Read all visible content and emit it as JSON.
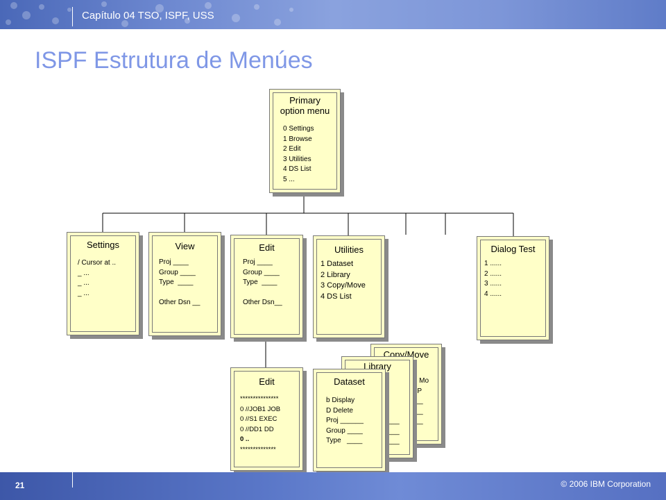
{
  "header": {
    "course": "Capítulo 04 TSO, ISPF, USS"
  },
  "slide": {
    "title": "ISPF Estrutura de Menúes"
  },
  "footer": {
    "page": "21",
    "copyright": "© 2006 IBM Corporation"
  },
  "primary": {
    "title_l1": "Primary",
    "title_l2": "option menu",
    "items": [
      "0 Settings",
      "1 Browse",
      "2 Edit",
      "3 Utilities",
      "4 DS List",
      "5 ..."
    ]
  },
  "settings": {
    "title": "Settings",
    "items": [
      "/ Cursor at ..",
      "_ ...",
      "_ ...",
      "_ ..."
    ]
  },
  "view": {
    "title": "View",
    "items": [
      "Proj ____",
      "Group ____",
      "Type  ____",
      "",
      "Other Dsn __"
    ]
  },
  "edit": {
    "title": "Edit",
    "items": [
      "Proj ____",
      "Group ____",
      "Type  ____",
      "",
      "Other Dsn__"
    ]
  },
  "utilities": {
    "title": "Utilities",
    "items": [
      "1 Dataset",
      "2 Library",
      "3 Copy/Move",
      "4 DS List"
    ]
  },
  "dialog": {
    "title": "Dialog Test",
    "items": [
      "1 ......",
      "2 ......",
      "3 ......",
      "4 ......"
    ]
  },
  "edit2": {
    "title": "Edit",
    "items": [
      "***************",
      "0 //JOB1 JOB",
      "0 //S1 EXEC",
      "0 //DD1 DD",
      "0 ..",
      "**************"
    ]
  },
  "copymove": {
    "title": "Copy/Move",
    "items": [
      "M Mo",
      "MP",
      "___",
      "___",
      "___"
    ]
  },
  "library": {
    "title": "Library",
    "items": [
      "___",
      "___",
      "___"
    ]
  },
  "dataset": {
    "title": "Dataset",
    "items": [
      "b Display",
      "D Delete",
      "Proj ______",
      "Group ____",
      "Type   ____"
    ]
  }
}
